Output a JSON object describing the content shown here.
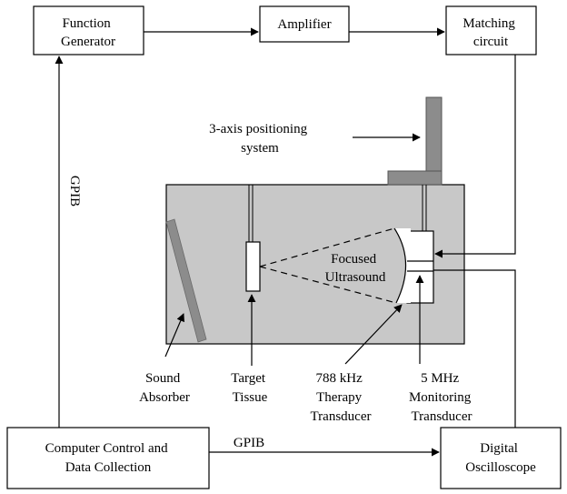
{
  "blocks": {
    "function_generator": [
      "Function",
      "Generator"
    ],
    "amplifier": [
      "Amplifier"
    ],
    "matching_circuit": [
      "Matching",
      "circuit"
    ],
    "computer": [
      "Computer Control and",
      "Data Collection"
    ],
    "oscilloscope": [
      "Digital",
      "Oscilloscope"
    ]
  },
  "positioning_label": [
    "3-axis positioning",
    "system"
  ],
  "beam_label": [
    "Focused",
    "Ultrasound"
  ],
  "component_labels": {
    "sound_absorber": [
      "Sound",
      "Absorber"
    ],
    "target_tissue": [
      "Target",
      "Tissue"
    ],
    "therapy_transducer": [
      "788 kHz",
      "Therapy",
      "Transducer"
    ],
    "monitoring_transducer": [
      "5 MHz",
      "Monitoring",
      "Transducer"
    ]
  },
  "links": {
    "gpib_vertical": "GPIB",
    "gpib_horizontal": "GPIB"
  },
  "colors": {
    "tank": "#c8c8c8",
    "stage": "#8c8c8c",
    "absorber": "#8c8c8c"
  }
}
